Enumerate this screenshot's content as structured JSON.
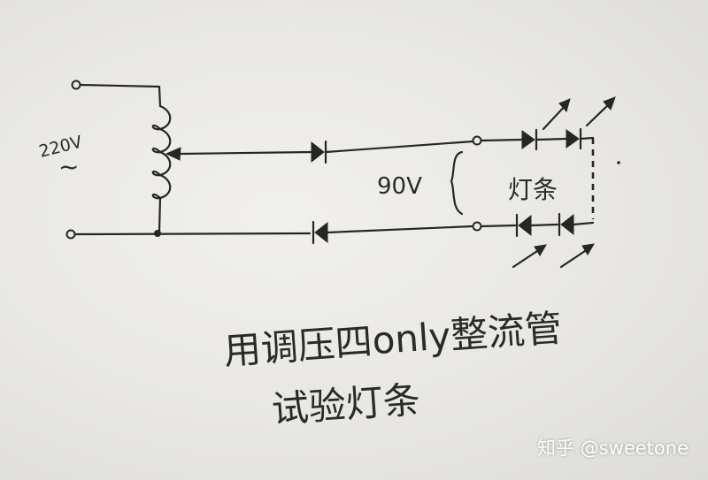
{
  "labels": {
    "input_voltage": "220V",
    "ac_symbol": "~",
    "output_voltage": "90V",
    "load_name": "灯条",
    "caption_line1": "用调压四only整流管",
    "caption_line2": "试验灯条"
  },
  "watermark": {
    "site": "知乎",
    "author": "@sweetone"
  },
  "colors": {
    "ink": "#262626",
    "paper": "#eeede9",
    "watermark": "#ffffff"
  }
}
